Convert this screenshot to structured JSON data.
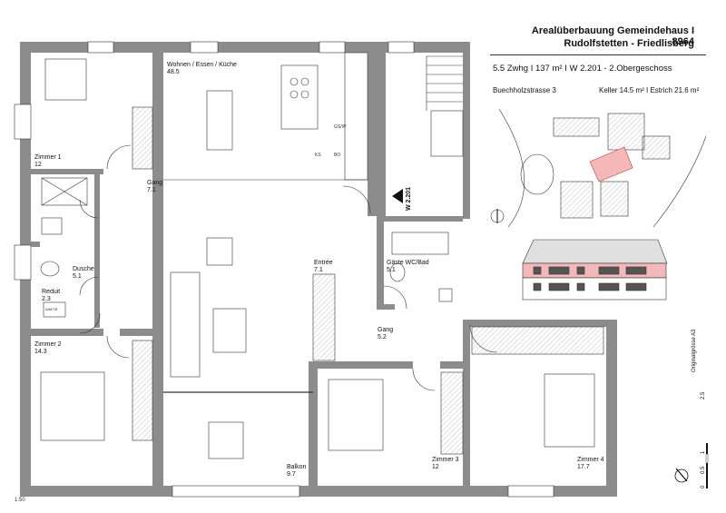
{
  "header": {
    "title_line1": "Arealüberbauung Gemeindehaus I 8964",
    "title_line2": "Rudolfstetten - Friedlisberg",
    "unit_info": "5.5 Zwhg  I  137 m² I W 2.201 - 2.Obergeschoss",
    "address": "Buechholzstrasse 3",
    "storage": "Keller 14.5 m² I Estrich 21.6 m²"
  },
  "scale": "1:50",
  "paper_format": "Originalgrösse A3",
  "scale_bar": {
    "label_0": "0",
    "label_1": "0.5",
    "label_2": "1",
    "label_3": "2.5"
  },
  "unit_marker": "W 2.201",
  "rooms": [
    {
      "name": "Zimmer 1",
      "area": "12"
    },
    {
      "name": "Wohnen / Essen / Küche",
      "area": "48.5"
    },
    {
      "name": "Gang",
      "area": "7.1"
    },
    {
      "name": "Dusche",
      "area": "5.1"
    },
    {
      "name": "Reduit",
      "area": "2.3"
    },
    {
      "name": "Entrée",
      "area": "7.1"
    },
    {
      "name": "Gäste WC/Bad",
      "area": "5.1"
    },
    {
      "name": "Gang",
      "area": "5.2"
    },
    {
      "name": "Zimmer 2",
      "area": "14.3"
    },
    {
      "name": "Balkon",
      "area": "9.7"
    },
    {
      "name": "Zimmer 3",
      "area": "12"
    },
    {
      "name": "Zimmer 4",
      "area": "17.7"
    }
  ],
  "appliance_labels": {
    "ks": "KS",
    "bo": "BO",
    "gs": "GS/W",
    "wm": "WM/TB"
  },
  "colors": {
    "wall": "#8c8c8c",
    "highlight": "#f4b8b8",
    "line": "#333333"
  }
}
